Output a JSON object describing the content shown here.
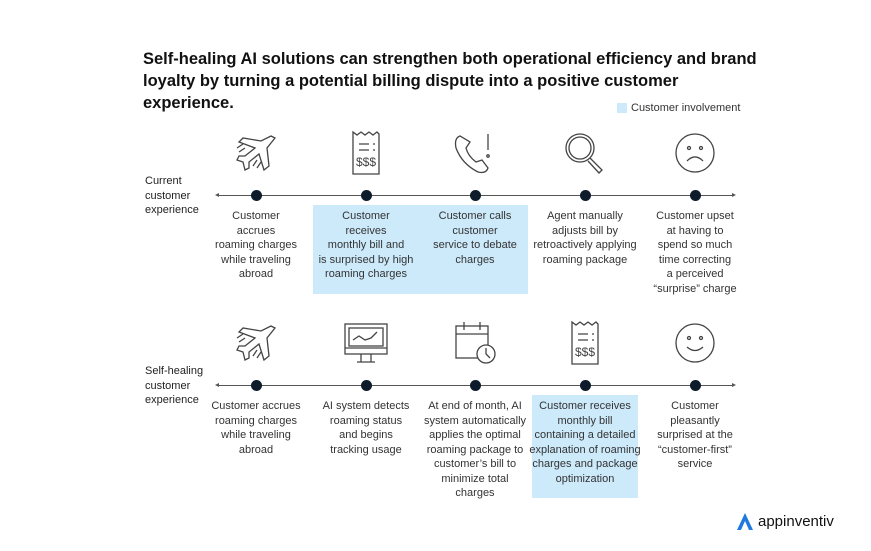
{
  "title": "Self-healing AI solutions can strengthen both operational efficiency and brand loyalty by turning a potential billing dispute into a positive customer experience.",
  "legend": {
    "label": "Customer involvement",
    "color": "#cdeafb"
  },
  "rows": [
    {
      "label": [
        "Current",
        "customer",
        "experience"
      ],
      "steps": [
        {
          "icon": "airplane-icon",
          "text": [
            "Customer",
            "accrues",
            "roaming charges",
            "while traveling",
            "abroad"
          ],
          "involved": false
        },
        {
          "icon": "receipt-dollar-icon",
          "text": [
            "Customer",
            "receives",
            "monthly bill and",
            "is surprised by high",
            "roaming charges"
          ],
          "involved": true
        },
        {
          "icon": "phone-alert-icon",
          "text": [
            "Customer calls",
            "customer",
            "service to debate",
            "charges"
          ],
          "involved": true
        },
        {
          "icon": "magnifier-icon",
          "text": [
            "Agent manually",
            "adjusts bill by",
            "retroactively applying",
            "roaming package"
          ],
          "involved": false
        },
        {
          "icon": "sad-face-icon",
          "text": [
            "Customer upset",
            "at having to",
            "spend so much",
            "time correcting",
            "a perceived",
            "“surprise” charge"
          ],
          "involved": false
        }
      ]
    },
    {
      "label": [
        "Self-healing",
        "customer",
        "experience"
      ],
      "steps": [
        {
          "icon": "airplane-icon",
          "text": [
            "Customer accrues",
            "roaming charges",
            "while traveling",
            "abroad"
          ],
          "involved": false
        },
        {
          "icon": "monitor-chart-icon",
          "text": [
            "AI system detects",
            "roaming status",
            "and begins",
            "tracking usage"
          ],
          "involved": false
        },
        {
          "icon": "calendar-clock-icon",
          "text": [
            "At end of month, AI",
            "system automatically",
            "applies the optimal",
            "roaming package to",
            "customer’s bill to",
            "minimize total",
            "charges"
          ],
          "involved": false
        },
        {
          "icon": "receipt-dollar-icon",
          "text": [
            "Customer receives",
            "monthly bill",
            "containing a detailed",
            "explanation of roaming",
            "charges and package",
            "optimization"
          ],
          "involved": true
        },
        {
          "icon": "happy-face-icon",
          "text": [
            "Customer",
            "pleasantly",
            "surprised at the",
            "“customer-first”",
            "service"
          ],
          "involved": false
        }
      ]
    }
  ],
  "logo": "appinventiv"
}
